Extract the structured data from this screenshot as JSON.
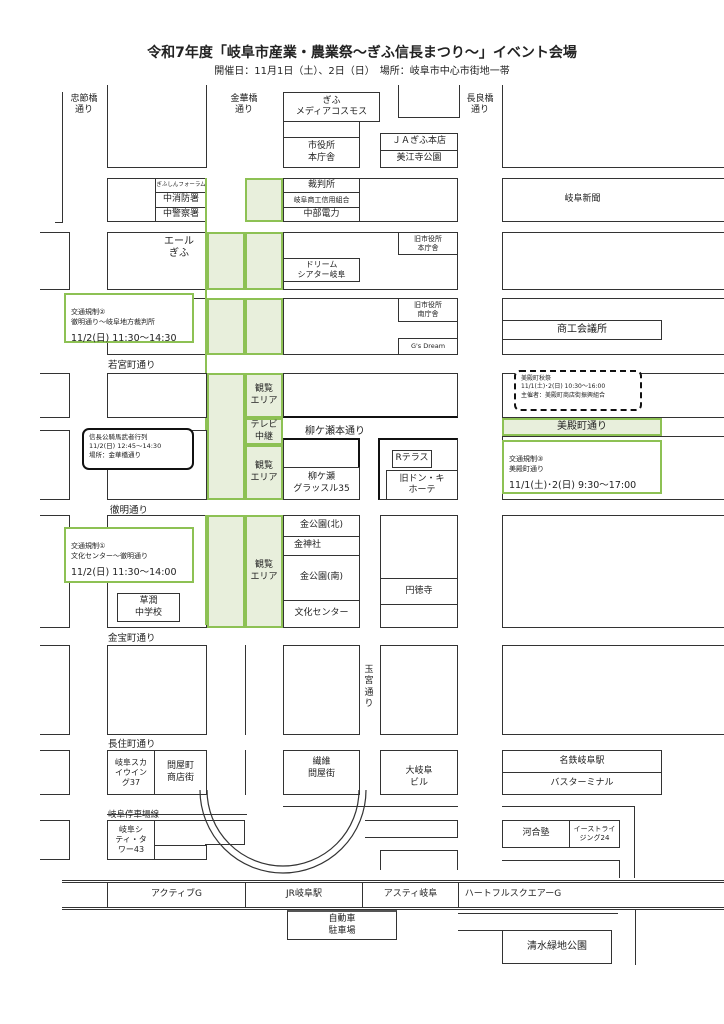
{
  "header": {
    "title": "令和7年度「岐阜市産業・農業祭～ぎふ信長まつり～」イベント会場",
    "subtitle": "開催日：11月1日（土）、2日（日）　場所：岐阜市中心市街地一帯"
  },
  "streets": {
    "chusetsu": "忠節橋\n通り",
    "kinka": "金華橋\n通り",
    "nagara": "長良橋\n通り",
    "wakamiya": "若宮町通り",
    "yanagase": "柳ケ瀬本通り",
    "tetsumei": "徹明通り",
    "kinpo": "金宝町通り",
    "tamamiya": "玉\n宮\n通\nり",
    "nagasumi": "長住町通り",
    "teisha": "岐阜停車場線",
    "mitono": "美殿町通り"
  },
  "buildings": {
    "mediacosmos": "ぎふ\nメディアコスモス",
    "cityhall": "市役所\n本庁舎",
    "ja": "ＪＡぎふ本店",
    "miedera": "美江寺公園",
    "forum": "ぎふしんフォーラム",
    "fire": "中消防署",
    "police": "中警察署",
    "court": "裁判所",
    "credit": "岐阜商工信用組合",
    "chubu": "中部電力",
    "shimbun": "岐阜新聞",
    "yell": "エール\nぎふ",
    "dream": "ドリーム\nシアター岐阜",
    "oldhall": "旧市役所\n本庁舎",
    "oldsouth": "旧市役所\n南庁舎",
    "gsdream": "G's Dream",
    "chamber": "商工会議所",
    "rterrace": "Rテラス",
    "donki": "旧ドン・キ\nホーテ",
    "glassle": "柳ケ瀬\nグラッスル35",
    "kinpark_n": "金公園(北)",
    "kinjinja": "金神社",
    "kinpark_s": "金公園(南)",
    "bunka": "文化センター",
    "entokuji": "円徳寺",
    "sojun": "草潤\n中学校",
    "skywing": "岐阜スカ\nイウイン\nグ37",
    "tonyamachi": "問屋町\n商店街",
    "seni": "繊維\n問屋街",
    "ogifu": "大岐阜\nビル",
    "meitetsu": "名鉄岐阜駅",
    "busterminal": "バスターミナル",
    "citytower": "岐阜シ\nティ・タ\nワー43",
    "kawai": "河合塾",
    "eastrising": "イーストライ\nジング24",
    "active": "アクティブG",
    "jr": "JR岐阜駅",
    "asty": "アスティ岐阜",
    "heartful": "ハートフルスクエアーG",
    "parking": "自動車\n駐車場",
    "shimizu": "清水緑地公園"
  },
  "areas": {
    "viewing": "観覧\nエリア",
    "tv": "テレビ\n中継"
  },
  "notices": {
    "reg2": {
      "title": "交通規制②\n徹明通り～岐阜地方裁判所",
      "time": "11/2(日) 11:30～14:30"
    },
    "reg1": {
      "title": "交通規制①\n文化センター～徹明通り",
      "time": "11/2(日) 11:30～14:00"
    },
    "reg3": {
      "title": "交通規制③\n美殿町通り",
      "time": "11/1(土)･2(日) 9:30～17:00"
    },
    "parade": "信長公騎馬武者行列\n11/2(日) 12:45～14:30\n場所：金華橋通り",
    "mitono_fest": "美殿町秋祭\n11/1(土)･2(日) 10:30～16:00\n主催者：美殿町商店街振興組合"
  },
  "colors": {
    "route_green": "#8dc154",
    "area_fill": "#e8efdc"
  }
}
